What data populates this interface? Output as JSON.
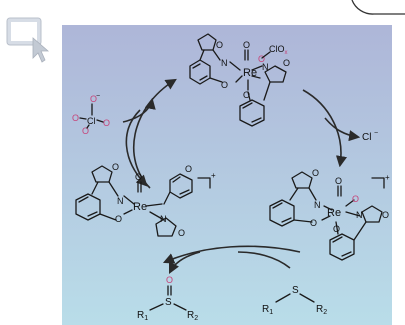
{
  "colors": {
    "panel_top": "#aeb6d8",
    "panel_bottom": "#b9dde9",
    "accent_oxygen": "#c6457a",
    "ink": "#111111"
  },
  "icons": [
    "window-thumbnail-icon",
    "corner-badge-icon"
  ],
  "atoms": {
    "O": "O",
    "N": "N",
    "Re": "Re",
    "S": "S",
    "Cl": "Cl"
  },
  "species": {
    "top_complex": {
      "perchlorate_label": "ClO",
      "perchlorate_sub": "x"
    },
    "perchlorate": {
      "cl": "Cl",
      "charge": "−"
    },
    "chloride": {
      "label": "Cl",
      "charge": "−"
    },
    "cation_charge": "+",
    "sulfoxide": {
      "r1": "R",
      "r1_sub": "1",
      "r2": "R",
      "r2_sub": "2"
    },
    "sulfide": {
      "r1": "R",
      "r1_sub": "1",
      "r2": "R",
      "r2_sub": "2"
    }
  }
}
